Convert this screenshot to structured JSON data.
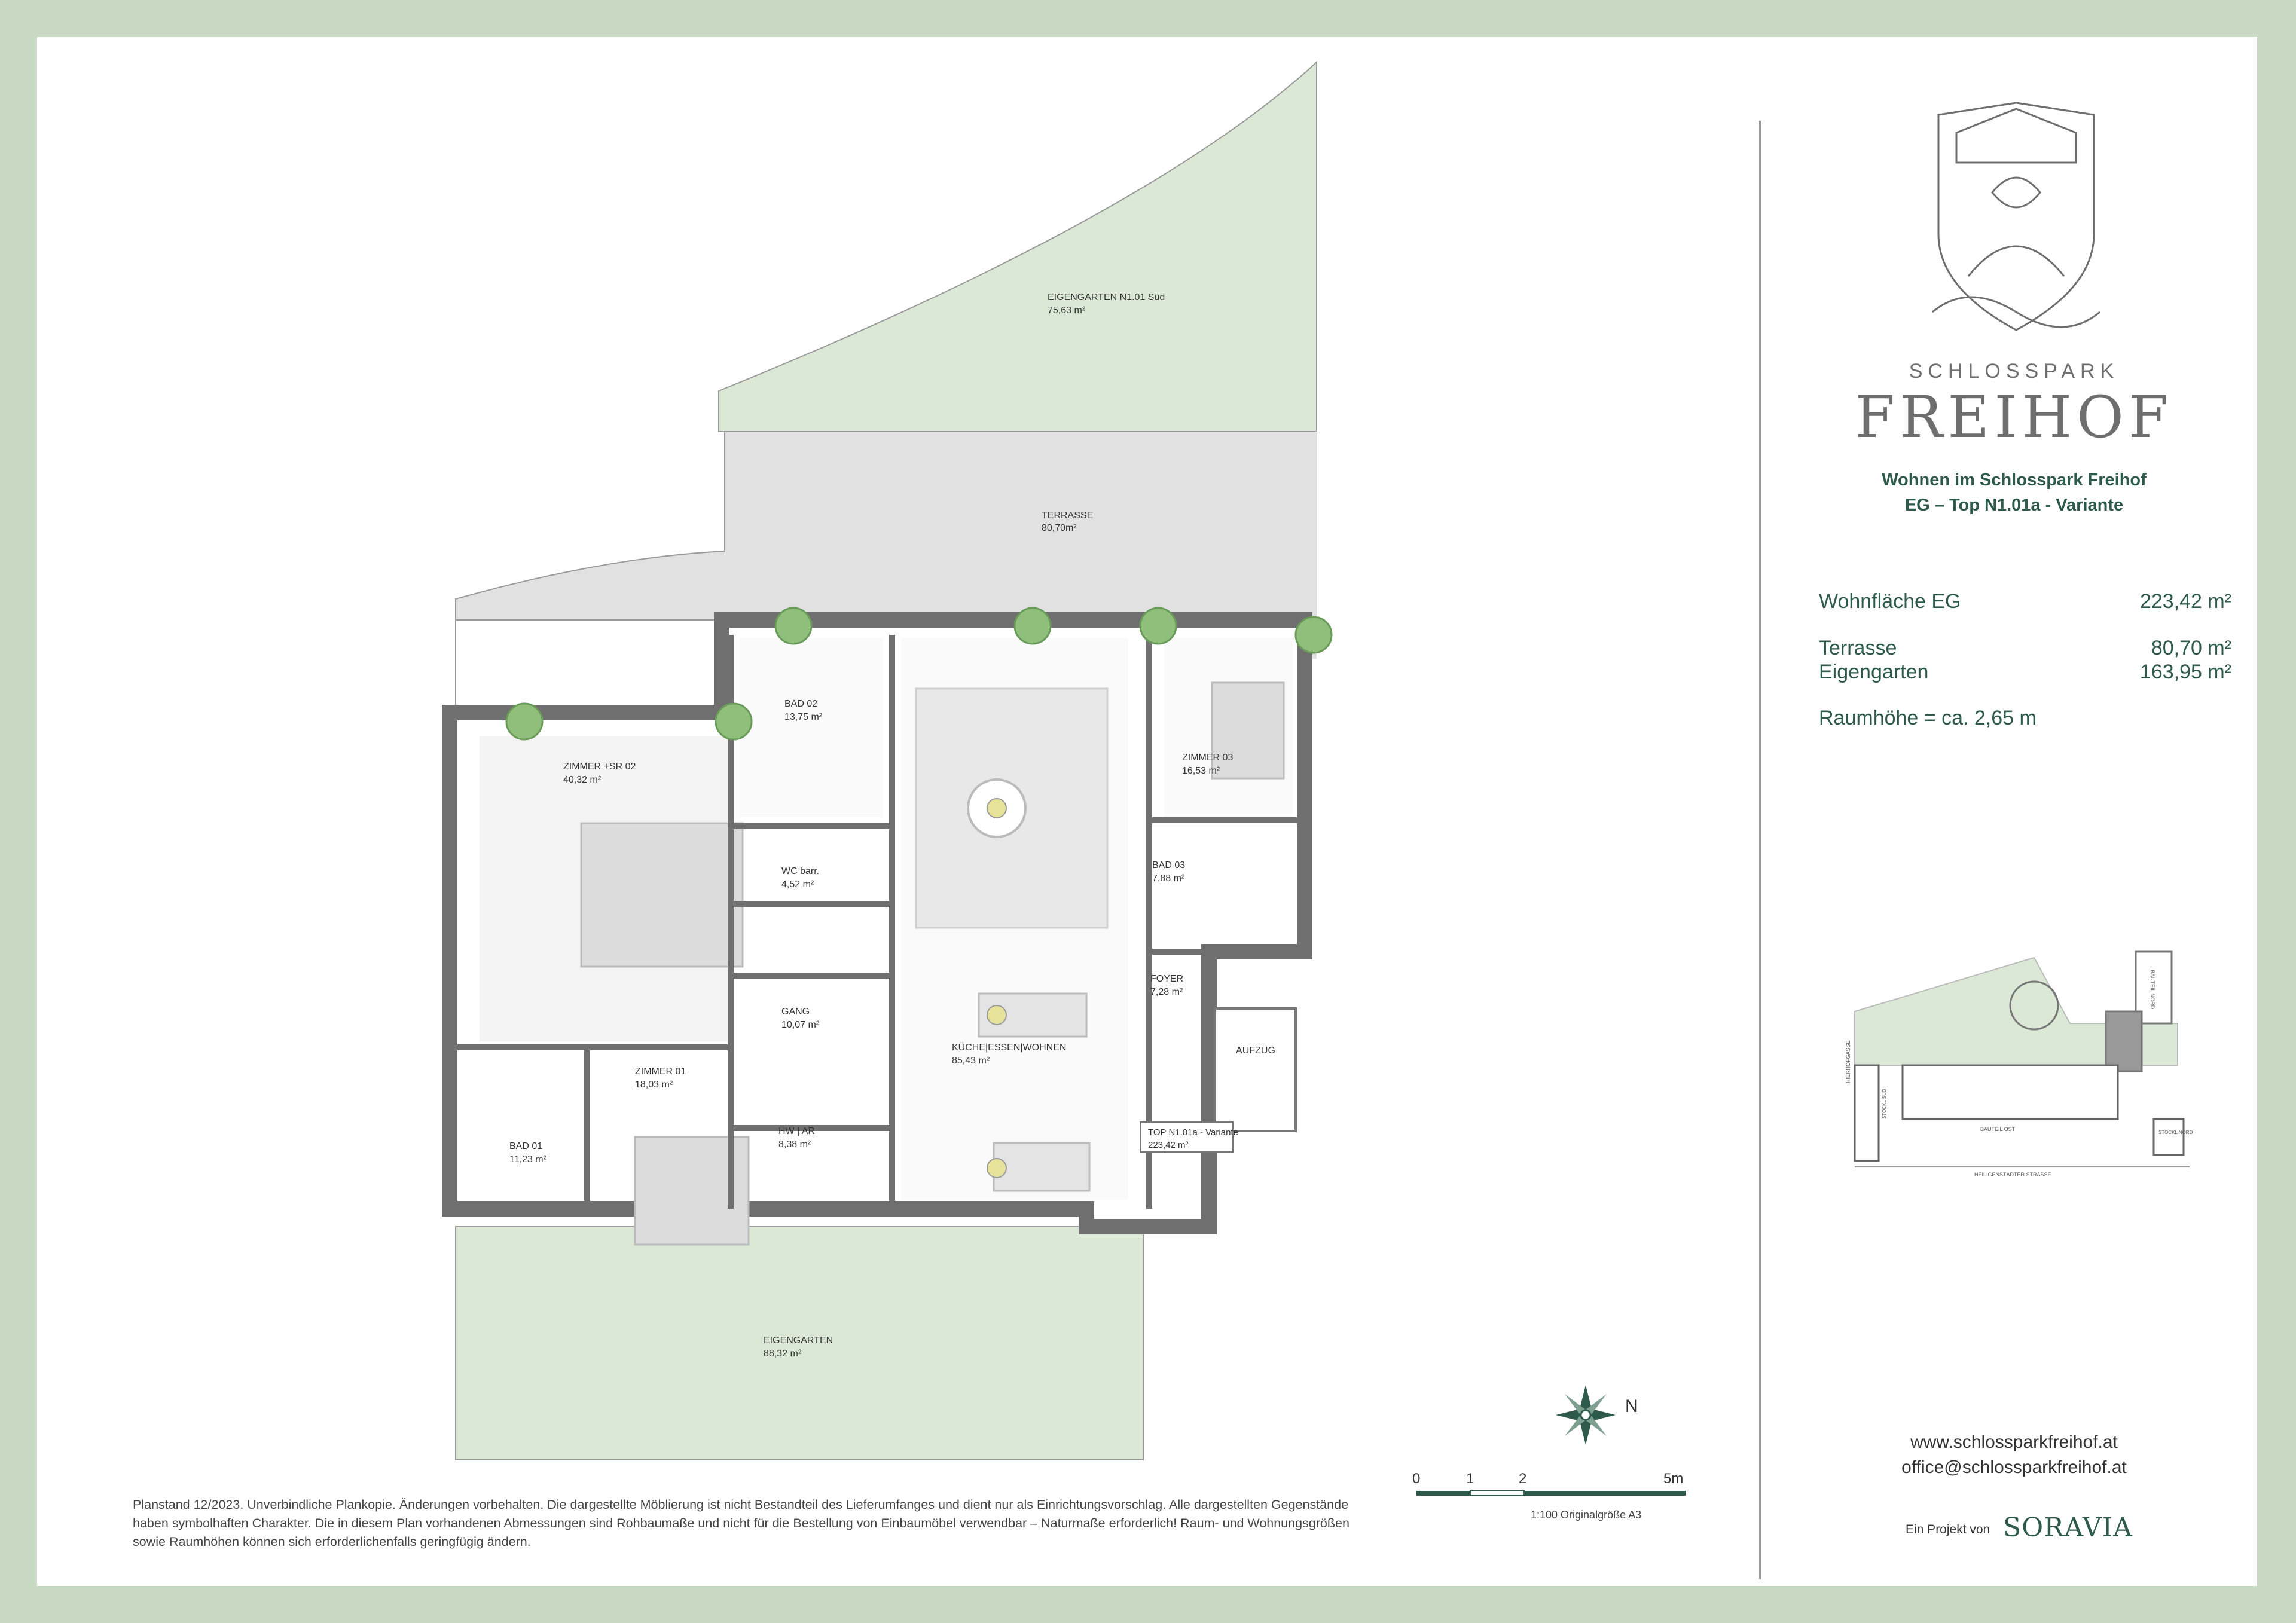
{
  "brand": {
    "name_small": "SCHLOSSPARK",
    "name_big": "FREIHOF",
    "project_by": "Ein Projekt von",
    "developer": "SORAVIA"
  },
  "title": {
    "line1": "Wohnen im Schlosspark Freihof",
    "line2": "EG – Top N1.01a - Variante"
  },
  "areas": [
    {
      "label": "Wohnfläche EG",
      "value": "223,42 m²"
    },
    {
      "label": "Terrasse",
      "value": "80,70 m²"
    },
    {
      "label": "Eigengarten",
      "value": "163,95 m²"
    }
  ],
  "room_height": "Raumhöhe = ca. 2,65 m",
  "contact": {
    "web": "www.schlossparkfreihof.at",
    "email": "office@schlossparkfreihof.at"
  },
  "rooms": [
    {
      "name": "EIGENGARTEN N1.01 Süd",
      "area": "75,63 m²"
    },
    {
      "name": "TERRASSE",
      "area": "80,70m²"
    },
    {
      "name": "ZIMMER +SR 02",
      "area": "40,32 m²"
    },
    {
      "name": "BAD 02",
      "area": "13,75 m²"
    },
    {
      "name": "ZIMMER 03",
      "area": "16,53 m²"
    },
    {
      "name": "WC barr.",
      "area": "4,52 m²"
    },
    {
      "name": "BAD 03",
      "area": "7,88 m²"
    },
    {
      "name": "FOYER",
      "area": "7,28 m²"
    },
    {
      "name": "GANG",
      "area": "10,07 m²"
    },
    {
      "name": "KÜCHE|ESSEN|WOHNEN",
      "area": "85,43 m²"
    },
    {
      "name": "ZIMMER 01",
      "area": "18,03 m²"
    },
    {
      "name": "BAD 01",
      "area": "11,23 m²"
    },
    {
      "name": "HW | AR",
      "area": "8,38 m²"
    },
    {
      "name": "EIGENGARTEN",
      "area": "88,32 m²"
    }
  ],
  "labels": {
    "elevator": "AUFZUG",
    "unit_name": "TOP N1.01a - Variante",
    "unit_area": "223,42 m²",
    "north": "N"
  },
  "site_plan_labels": [
    "HIERHOFGASSE",
    "BAUTEIL NORD",
    "BAUTEIL OST",
    "HEILIGENSTÄDTER STRASSE",
    "STOCKL SÜD",
    "STOCKL NORD"
  ],
  "scale": {
    "ticks": [
      "0",
      "1",
      "2",
      "5m"
    ],
    "note": "1:100 Originalgröße A3"
  },
  "disclaimer": "Planstand 12/2023. Unverbindliche Plankopie. Änderungen vorbehalten. Die dargestellte Möblierung ist nicht Bestandteil des Lieferumfanges und dient nur als Einrichtungsvorschlag. Alle dargestellten Gegenstände haben symbolhaften Charakter. Die in diesem Plan vorhandenen Abmessungen sind Rohbaumaße und nicht für die Bestellung von Einbaumöbel verwendbar – Naturmaße erforderlich! Raum- und Wohnungsgrößen sowie Raumhöhen können sich erforderlichenfalls geringfügig ändern.",
  "colors": {
    "frame": "#c7d9c2",
    "garden": "#dbe8d6",
    "terrace": "#e0e0e0",
    "accent": "#2e5a4b"
  }
}
